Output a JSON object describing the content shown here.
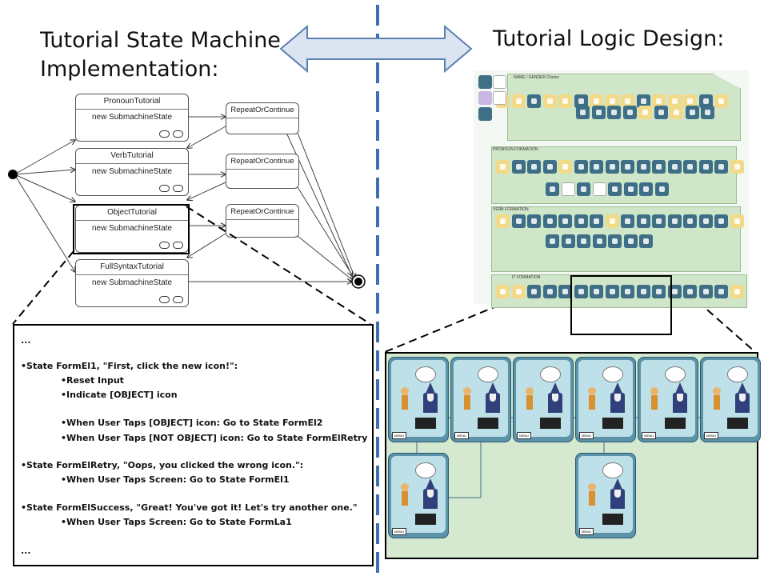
{
  "titles": {
    "left_line1": "Tutorial State Machine",
    "left_line2": "Implementation:",
    "right": "Tutorial Logic Design:"
  },
  "states": [
    {
      "name": "PronounTutorial",
      "body": "new SubmachineState"
    },
    {
      "name": "VerbTutorial",
      "body": "new SubmachineState"
    },
    {
      "name": "ObjectTutorial",
      "body": "new SubmachineState"
    },
    {
      "name": "FullSyntaxTutorial",
      "body": "new SubmachineState"
    }
  ],
  "repeat_states": [
    "RepeatOrContinue",
    "RepeatOrContinue",
    "RepeatOrContinue"
  ],
  "code_lines": [
    "...",
    "•State FormEl1, \"First, click the new icon!\":",
    "•Reset Input",
    "•Indicate [OBJECT] icon",
    "•When User Taps [OBJECT] icon: Go to State FormEl2",
    "•When User Taps [NOT OBJECT] icon: Go to State FormElRetry",
    "•State FormElRetry, \"Oops, you clicked the wrong icon.\":",
    "•When User Taps Screen: Go to State FormEl1",
    "•State FormElSuccess, \"Great!  You've got it!  Let's try another one.\"",
    "•When User Taps Screen: Go to State FormLa1",
    "..."
  ],
  "logic_groups": [
    "NAME / GENDER Choice",
    "PRONOUN FORMATION",
    "VERB FORMATION",
    "IT FORMATION"
  ],
  "panel_menu_label": "MENU",
  "colors": {
    "arrow_fill": "#dbe5f1",
    "arrow_stroke": "#5a7fb0",
    "divider": "#3b6fb6",
    "zoom_bg": "#d5e8d0",
    "panel": "#5b93a8"
  }
}
